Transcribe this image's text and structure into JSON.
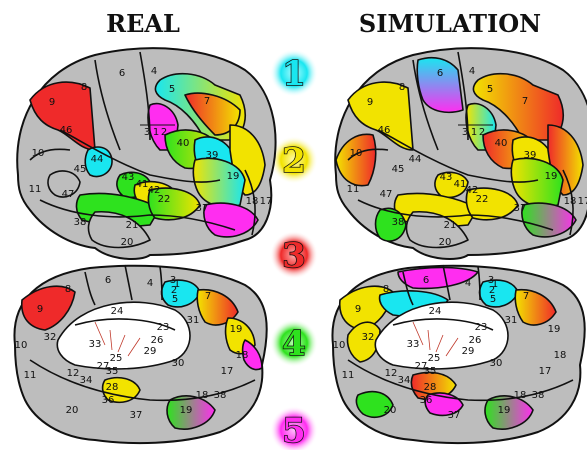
{
  "headings": {
    "real": "REAL",
    "simulation": "SIMULATION"
  },
  "legend": [
    {
      "number": "1",
      "color": "#19e6f0"
    },
    {
      "number": "2",
      "color": "#f2e300"
    },
    {
      "number": "3",
      "color": "#ef2a2a"
    },
    {
      "number": "4",
      "color": "#2ee21e"
    },
    {
      "number": "5",
      "color": "#ff2df0"
    }
  ],
  "lateral_labels": [
    "8",
    "6",
    "4",
    "9",
    "5",
    "7",
    "46",
    "3",
    "1",
    "2",
    "40",
    "10",
    "44",
    "39",
    "45",
    "43",
    "41",
    "42",
    "19",
    "11",
    "47",
    "22",
    "37",
    "18",
    "17",
    "38",
    "21",
    "20"
  ],
  "medial_labels": [
    "8",
    "6",
    "4",
    "3",
    "1",
    "2",
    "5",
    "9",
    "24",
    "7",
    "31",
    "23",
    "19",
    "32",
    "33",
    "26",
    "29",
    "18",
    "10",
    "25",
    "27",
    "35",
    "30",
    "17",
    "11",
    "12",
    "34",
    "28",
    "36",
    "37",
    "19",
    "18",
    "38",
    "20"
  ]
}
